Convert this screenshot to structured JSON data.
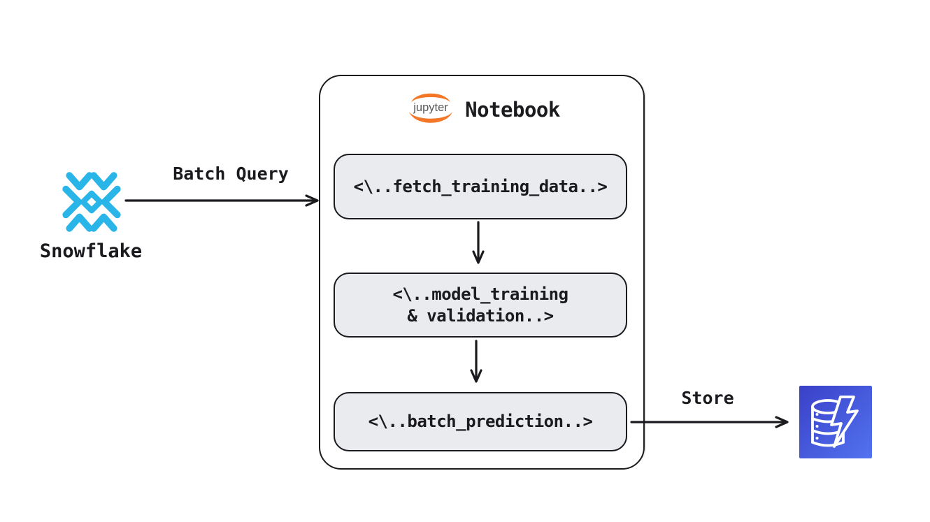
{
  "source": {
    "label": "Snowflake",
    "icon": "snowflake-icon",
    "brand_color": "#29b5e8"
  },
  "flow_in": {
    "label": "Batch Query"
  },
  "notebook": {
    "logo_text": "jupyter",
    "title": "Notebook",
    "logo_color": "#f37726",
    "cells": [
      {
        "text": "<\\..fetch_training_data..>"
      },
      {
        "text": "<\\..model_training\n& validation..>"
      },
      {
        "text": "<\\..batch_prediction..>"
      }
    ]
  },
  "flow_out": {
    "label": "Store"
  },
  "sink": {
    "icon": "dynamodb-database-lightning-icon",
    "gradient_top": "#3a40c8",
    "gradient_bottom": "#5273f0"
  },
  "colors": {
    "ink": "#1b1b1f",
    "cell_fill": "#e9ebee",
    "background": "#ffffff"
  }
}
